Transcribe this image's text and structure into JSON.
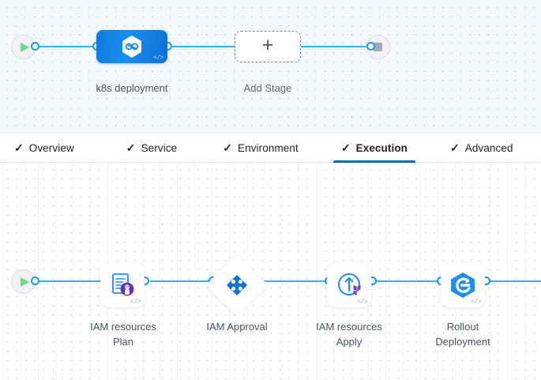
{
  "stage_pipeline": {
    "start_node": {
      "name": "pipeline-start",
      "icon": "play-icon"
    },
    "end_node": {
      "name": "pipeline-end",
      "icon": "stop-icon"
    },
    "stages": [
      {
        "label": "k8s deployment",
        "icon": "harness-service-icon",
        "code_badge": "</>"
      }
    ],
    "add_stage": {
      "label": "Add Stage",
      "icon": "plus-icon"
    }
  },
  "tabs": [
    {
      "label": "Overview",
      "check": "✓",
      "active": false
    },
    {
      "label": "Service",
      "check": "✓",
      "active": false
    },
    {
      "label": "Environment",
      "check": "✓",
      "active": false
    },
    {
      "label": "Execution",
      "check": "✓",
      "active": true
    },
    {
      "label": "Advanced",
      "check": "✓",
      "active": false
    }
  ],
  "execution_pipeline": {
    "start_node": {
      "name": "execution-start",
      "icon": "play-icon"
    },
    "steps": [
      {
        "label": "IAM resources\nPlan",
        "icon": "terraform-plan-icon",
        "shape": "rounded",
        "code_badge": "</>"
      },
      {
        "label": "IAM Approval",
        "icon": "approval-flower-icon",
        "shape": "diamond",
        "code_badge": ""
      },
      {
        "label": "IAM resources\nApply",
        "icon": "terraform-apply-icon",
        "shape": "rounded",
        "code_badge": "</>"
      },
      {
        "label": "Rollout\nDeployment",
        "icon": "argo-rollout-icon",
        "shape": "rounded",
        "code_badge": "</>"
      }
    ]
  },
  "colors": {
    "accent_blue": "#0b6bc2",
    "connector_blue": "#35b0ef",
    "node_blue": "#1b8ef2",
    "terraform_purple": "#7b42bc",
    "play_green": "#72d98b",
    "canvas_top": "#f3f8fb",
    "canvas_bottom": "#ffffff"
  }
}
